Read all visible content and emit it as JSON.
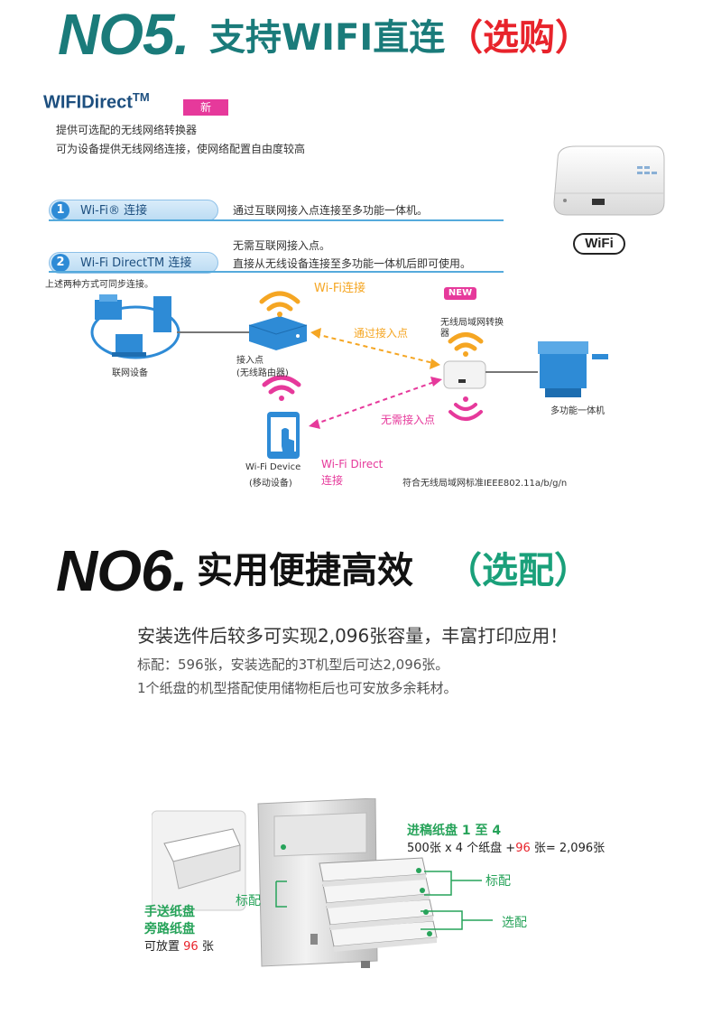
{
  "no5": {
    "num": "NO5.",
    "title": "支持WIFI直连",
    "tag": "（选购）"
  },
  "wifi_direct": {
    "brand": "WIFIDirect",
    "tm": "TM",
    "new_badge": "新",
    "desc_line1": "提供可选配的无线网络转换器",
    "desc_line2": "可为设备提供无线网络连接，使网络配置自由度较高",
    "wifi_logo": "WiFi"
  },
  "connections": [
    {
      "num": "1",
      "label": "Wi-Fi® 连接",
      "desc": "通过互联网接入点连接至多功能一体机。"
    },
    {
      "num": "2",
      "label": "Wi-Fi DirectTM 连接",
      "desc1": "无需互联网接入点。",
      "desc2": "直接从无线设备连接至多功能一体机后即可使用。"
    }
  ],
  "diagram": {
    "sync_note": "上述两种方式可同步连接。",
    "network_device": "联网设备",
    "access_point_1": "接入点",
    "access_point_2": "(无线路由器)",
    "wifi_conn": "Wi-Fi连接",
    "new_label": "NEW",
    "converter_1": "无线局域网转换",
    "converter_2": "器",
    "via_ap": "通过接入点",
    "no_ap": "无需接入点",
    "mfp": "多功能一体机",
    "wifi_device_1": "Wi-Fi Device",
    "wifi_device_2": "(移动设备)",
    "direct_1": "Wi-Fi Direct",
    "direct_2": "连接",
    "standard": "符合无线局域网标准IEEE802.11a/b/g/n"
  },
  "no6": {
    "num": "NO6.",
    "title": "实用便捷高效",
    "tag": "（选配）"
  },
  "capacity": {
    "headline": "安装选件后较多可实现2,096张容量，丰富打印应用！",
    "line1": "标配：596张，安装选配的3T机型后可达2,096张。",
    "line2": "1个纸盘的机型搭配使用储物柜后也可安放多余耗材。"
  },
  "tray": {
    "feed_title": "进稿纸盘 1 至 4",
    "feed_prefix": "500张 x 4 个纸盘 +",
    "feed_red": "96",
    "feed_suffix": " 张= 2,096张",
    "std_right": "标配",
    "opt_right": "选配",
    "std_left": "标配",
    "manual_1": "手送纸盘",
    "manual_2": "旁路纸盘",
    "manual_prefix": "可放置 ",
    "manual_red": "96",
    "manual_suffix": " 张"
  },
  "colors": {
    "teal": "#1a7b7a",
    "green": "#1aa07a",
    "red": "#e8232b",
    "orange": "#f5a623",
    "magenta": "#e6399b",
    "blue": "#2e8bd6"
  }
}
